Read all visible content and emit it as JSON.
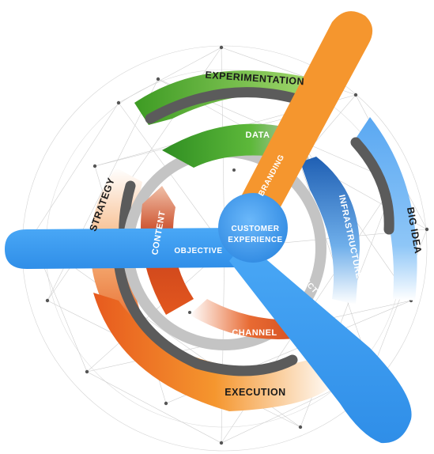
{
  "labels": {
    "experimentation": "EXPERIMENTATION",
    "strategy": "STRATEGY",
    "execution": "EXECUTION",
    "big_idea": "BIG IDEA",
    "data": "DATA",
    "content": "CONTENT",
    "channel": "CHANNEL",
    "infrastructure": "INFRASTRUCTURE",
    "branding": "BRANDING",
    "objective": "OBJECTIVE",
    "product": "PRODUCT",
    "center_line1": "CUSTOMER",
    "center_line2": "EXPERIENCE"
  },
  "colors": {
    "green": "#4caf2e",
    "orange": "#f5902a",
    "red_orange": "#e0531e",
    "blue": "#3a9cf0",
    "dark_blue": "#2b73c9",
    "gray_ring": "#5e5e5e",
    "light_gray": "#bdbdbd"
  }
}
